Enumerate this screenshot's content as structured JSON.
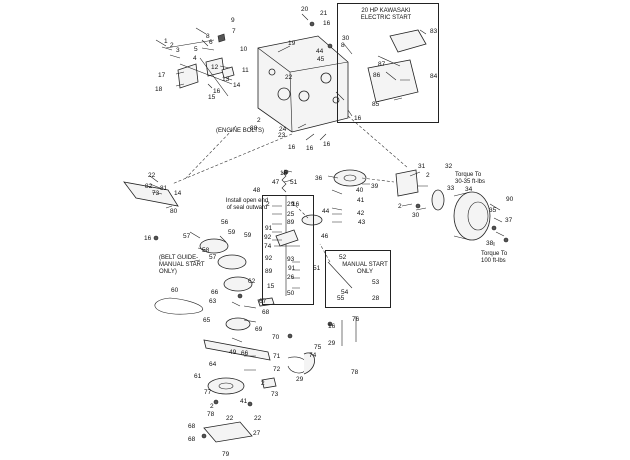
{
  "notes": {
    "kawasaki": "20 HP KAWASAKI\nELECTRIC START",
    "engine_bolts": "(ENGINE BOLTS)",
    "seal": "Install open end\nof seal outward",
    "belt_guide": "(BELT GUIDE-\nMANUAL START\nONLY)",
    "manual_start": "MANUAL START\nONLY",
    "torque_30_35": "Torque To\n30-35 ft-lbs",
    "torque_100": "Torque To\n100 ft-lbs"
  },
  "callouts": [
    {
      "id": "c-9",
      "text": "9"
    },
    {
      "id": "c-1",
      "text": "1"
    },
    {
      "id": "c-2a",
      "text": "2"
    },
    {
      "id": "c-3",
      "text": "3"
    },
    {
      "id": "c-7",
      "text": "7"
    },
    {
      "id": "c-6",
      "text": "6"
    },
    {
      "id": "c-8",
      "text": "8"
    },
    {
      "id": "c-10",
      "text": "10"
    },
    {
      "id": "c-4",
      "text": "4"
    },
    {
      "id": "c-5",
      "text": "5"
    },
    {
      "id": "c-12",
      "text": "12"
    },
    {
      "id": "c-11",
      "text": "11"
    },
    {
      "id": "c-13",
      "text": "13"
    },
    {
      "id": "c-14a",
      "text": "14"
    },
    {
      "id": "c-17",
      "text": "17"
    },
    {
      "id": "c-18",
      "text": "18"
    },
    {
      "id": "c-15",
      "text": "15"
    },
    {
      "id": "c-16a",
      "text": "16"
    },
    {
      "id": "c-20",
      "text": "20"
    },
    {
      "id": "c-21",
      "text": "21"
    },
    {
      "id": "c-16b",
      "text": "16"
    },
    {
      "id": "c-19",
      "text": "19"
    },
    {
      "id": "c-30a",
      "text": "30"
    },
    {
      "id": "c-8b",
      "text": "8"
    },
    {
      "id": "c-44a",
      "text": "44"
    },
    {
      "id": "c-45",
      "text": "45"
    },
    {
      "id": "c-22a",
      "text": "22"
    },
    {
      "id": "c-2b",
      "text": "2"
    },
    {
      "id": "c-88",
      "text": "88"
    },
    {
      "id": "c-24",
      "text": "24"
    },
    {
      "id": "c-23",
      "text": "23"
    },
    {
      "id": "c-16c",
      "text": "16"
    },
    {
      "id": "c-16d",
      "text": "16"
    },
    {
      "id": "c-16e",
      "text": "16"
    },
    {
      "id": "c-83",
      "text": "83"
    },
    {
      "id": "c-86",
      "text": "86"
    },
    {
      "id": "c-87",
      "text": "87"
    },
    {
      "id": "c-84",
      "text": "84"
    },
    {
      "id": "c-85",
      "text": "85"
    },
    {
      "id": "c-16f",
      "text": "16"
    },
    {
      "id": "c-22b",
      "text": "22"
    },
    {
      "id": "c-81",
      "text": "81"
    },
    {
      "id": "c-82",
      "text": "82"
    },
    {
      "id": "c-73",
      "text": "73"
    },
    {
      "id": "c-14b",
      "text": "14"
    },
    {
      "id": "c-80",
      "text": "80"
    },
    {
      "id": "c-16g",
      "text": "16"
    },
    {
      "id": "c-47",
      "text": "47"
    },
    {
      "id": "c-51a",
      "text": "51"
    },
    {
      "id": "c-36",
      "text": "36"
    },
    {
      "id": "c-39",
      "text": "39"
    },
    {
      "id": "c-31",
      "text": "31"
    },
    {
      "id": "c-2c",
      "text": "2"
    },
    {
      "id": "c-32",
      "text": "32"
    },
    {
      "id": "c-33",
      "text": "33"
    },
    {
      "id": "c-34",
      "text": "34"
    },
    {
      "id": "c-48",
      "text": "48"
    },
    {
      "id": "c-40",
      "text": "40"
    },
    {
      "id": "c-41",
      "text": "41"
    },
    {
      "id": "c-42",
      "text": "42"
    },
    {
      "id": "c-43",
      "text": "43"
    },
    {
      "id": "c-2d",
      "text": "2"
    },
    {
      "id": "c-30b",
      "text": "30"
    },
    {
      "id": "c-90",
      "text": "90"
    },
    {
      "id": "c-35",
      "text": "35"
    },
    {
      "id": "c-37",
      "text": "37"
    },
    {
      "id": "c-38",
      "text": "38"
    },
    {
      "id": "c-2e",
      "text": "2"
    },
    {
      "id": "c-29a",
      "text": "29"
    },
    {
      "id": "c-25",
      "text": "25"
    },
    {
      "id": "c-89a",
      "text": "89"
    },
    {
      "id": "c-91a",
      "text": "91"
    },
    {
      "id": "c-92a",
      "text": "92"
    },
    {
      "id": "c-16h",
      "text": "16"
    },
    {
      "id": "c-44b",
      "text": "44"
    },
    {
      "id": "c-46",
      "text": "46"
    },
    {
      "id": "c-56",
      "text": "56"
    },
    {
      "id": "c-74a",
      "text": "74"
    },
    {
      "id": "c-57a",
      "text": "57"
    },
    {
      "id": "c-59a",
      "text": "59"
    },
    {
      "id": "c-16i",
      "text": "16"
    },
    {
      "id": "c-58",
      "text": "58"
    },
    {
      "id": "c-59b",
      "text": "59"
    },
    {
      "id": "c-57b",
      "text": "57"
    },
    {
      "id": "c-92b",
      "text": "92"
    },
    {
      "id": "c-93",
      "text": "93"
    },
    {
      "id": "c-91b",
      "text": "91"
    },
    {
      "id": "c-89b",
      "text": "89"
    },
    {
      "id": "c-26",
      "text": "26"
    },
    {
      "id": "c-15b",
      "text": "15"
    },
    {
      "id": "c-50",
      "text": "50"
    },
    {
      "id": "c-52",
      "text": "52"
    },
    {
      "id": "c-51b",
      "text": "51"
    },
    {
      "id": "c-53",
      "text": "53"
    },
    {
      "id": "c-54",
      "text": "54"
    },
    {
      "id": "c-55",
      "text": "55"
    },
    {
      "id": "c-28",
      "text": "28"
    },
    {
      "id": "c-62",
      "text": "62"
    },
    {
      "id": "c-60",
      "text": "60"
    },
    {
      "id": "c-66a",
      "text": "66"
    },
    {
      "id": "c-63",
      "text": "63"
    },
    {
      "id": "c-67",
      "text": "67"
    },
    {
      "id": "c-68a",
      "text": "68"
    },
    {
      "id": "c-69",
      "text": "69"
    },
    {
      "id": "c-65",
      "text": "65"
    },
    {
      "id": "c-70",
      "text": "70"
    },
    {
      "id": "c-64",
      "text": "64"
    },
    {
      "id": "c-49",
      "text": "49"
    },
    {
      "id": "c-66b",
      "text": "66"
    },
    {
      "id": "c-71",
      "text": "71"
    },
    {
      "id": "c-72",
      "text": "72"
    },
    {
      "id": "c-61",
      "text": "61"
    },
    {
      "id": "c-77",
      "text": "77"
    },
    {
      "id": "c-73b",
      "text": "73"
    },
    {
      "id": "c-2f",
      "text": "2"
    },
    {
      "id": "c-41b",
      "text": "41"
    },
    {
      "id": "c-78a",
      "text": "78"
    },
    {
      "id": "c-22c",
      "text": "22"
    },
    {
      "id": "c-22d",
      "text": "22"
    },
    {
      "id": "c-27",
      "text": "27"
    },
    {
      "id": "c-68b",
      "text": "68"
    },
    {
      "id": "c-68c",
      "text": "68"
    },
    {
      "id": "c-79",
      "text": "79"
    },
    {
      "id": "c-16j",
      "text": "16"
    },
    {
      "id": "c-76",
      "text": "76"
    },
    {
      "id": "c-29b",
      "text": "29"
    },
    {
      "id": "c-75",
      "text": "75"
    },
    {
      "id": "c-74b",
      "text": "74"
    },
    {
      "id": "c-29c",
      "text": "29"
    },
    {
      "id": "c-78b",
      "text": "78"
    },
    {
      "id": "c-2g",
      "text": "2"
    }
  ]
}
